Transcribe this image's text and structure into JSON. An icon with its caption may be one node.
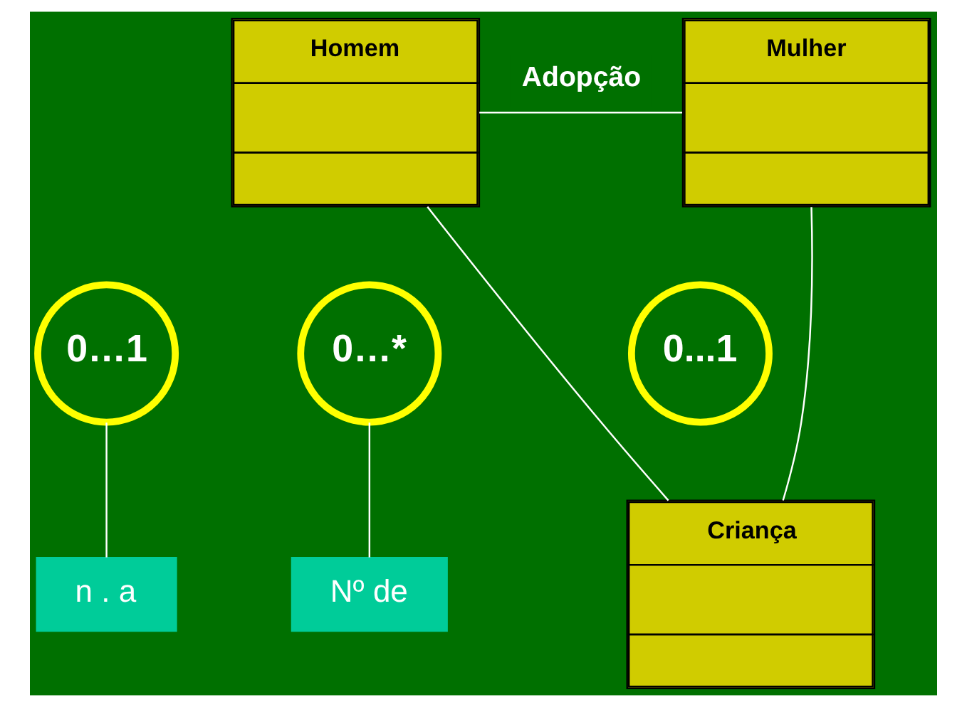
{
  "diagram": {
    "nodes": [
      {
        "text": [
          "Homem"
        ]
      },
      {
        "text": [
          "Mulher"
        ]
      },
      {
        "text": [
          "Criança"
        ]
      },
      {
        "text": [
          "0…1"
        ]
      },
      {
        "text": [
          "0...1"
        ]
      },
      {
        "text": [
          "0…*"
        ]
      },
      {
        "text": [
          "n . a"
        ]
      },
      {
        "text": [
          "Nº de"
        ]
      }
    ],
    "edges": [
      {
        "from": 0,
        "to": 1,
        "arrow": "none",
        "label": "Adopção"
      },
      {
        "from": 2,
        "to": 0,
        "arrow": "none"
      },
      {
        "from": 2,
        "to": 1,
        "arrow": "none"
      },
      {
        "from": 3,
        "to": 6,
        "arrow": "none"
      },
      {
        "from": 5,
        "to": 7,
        "arrow": "none"
      }
    ]
  }
}
